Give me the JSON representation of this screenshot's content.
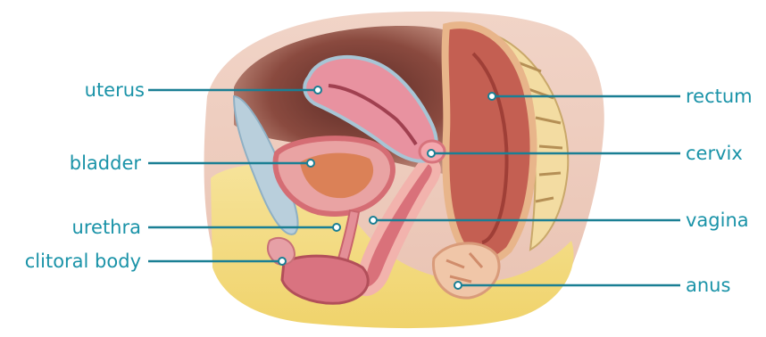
{
  "colors": {
    "label_text": "#1a93a8",
    "leader_line": "#1a7f94",
    "background": "#ffffff"
  },
  "labels": {
    "uterus": "uterus",
    "bladder": "bladder",
    "urethra": "urethra",
    "clitoral_body": "clitoral body",
    "rectum": "rectum",
    "cervix": "cervix",
    "vagina": "vagina",
    "anus": "anus"
  }
}
